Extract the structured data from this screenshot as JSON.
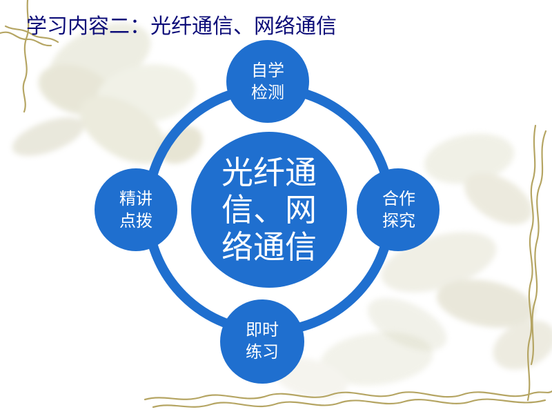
{
  "slide": {
    "title": "学习内容二：光纤通信、网络通信"
  },
  "diagram": {
    "center": [
      "光纤通",
      "信、网",
      "络通信"
    ],
    "nodes": {
      "top": [
        "自学",
        "检测"
      ],
      "right": [
        "合作",
        "探究"
      ],
      "bottom": [
        "即时",
        "练习"
      ],
      "left": [
        "精讲",
        "点拨"
      ]
    }
  },
  "colors": {
    "title": "#0c0c78",
    "node_fill": "#1f6fcf",
    "ring": "#1f6fcf",
    "node_text": "#ffffff",
    "background_art": "#d8d9b8",
    "border_vine": "#b8a66b"
  },
  "icons": {
    "background": "blossom-background-art",
    "border": "vine-border-art"
  }
}
